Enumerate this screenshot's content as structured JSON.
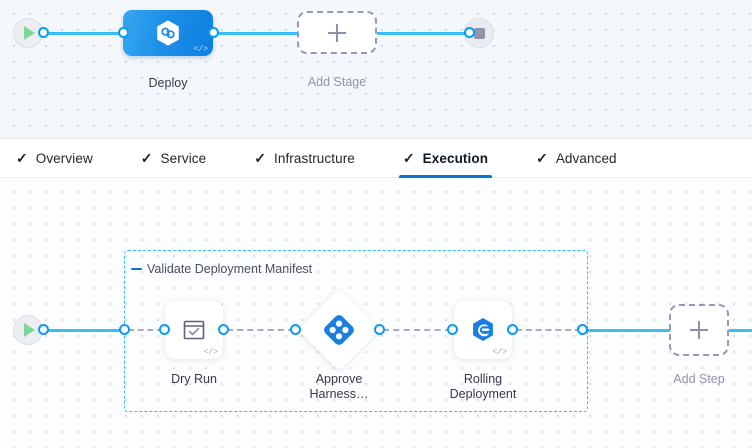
{
  "stage_canvas": {
    "start_node": {
      "icon": "play-icon",
      "name": "pipeline-start"
    },
    "end_node": {
      "icon": "stop-icon",
      "name": "pipeline-end"
    },
    "stages": [
      {
        "label": "Deploy",
        "icon": "harness-deploy-icon",
        "badge": "</>"
      }
    ],
    "add_stage": {
      "label": "Add Stage",
      "icon": "plus-icon"
    }
  },
  "tabs": [
    {
      "label": "Overview",
      "icon": "check-icon",
      "active": false
    },
    {
      "label": "Service",
      "icon": "check-icon",
      "active": false
    },
    {
      "label": "Infrastructure",
      "icon": "check-icon",
      "active": false
    },
    {
      "label": "Execution",
      "icon": "check-icon",
      "active": true
    },
    {
      "label": "Advanced",
      "icon": "check-icon",
      "active": false
    }
  ],
  "step_canvas": {
    "start_node": {
      "icon": "play-icon",
      "name": "execution-start"
    },
    "group": {
      "title": "Validate Deployment Manifest",
      "collapse_icon": "minus-icon"
    },
    "steps": [
      {
        "label": "Dry Run",
        "icon": "window-check-icon",
        "badge": "</>",
        "shape": "square"
      },
      {
        "label": "Approve\nHarness…",
        "icon": "harness-approval-icon",
        "badge": "",
        "shape": "diamond"
      },
      {
        "label": "Rolling\nDeployment",
        "icon": "rolling-deployment-icon",
        "badge": "</>",
        "shape": "square"
      }
    ],
    "add_step": {
      "label": "Add Step",
      "icon": "plus-icon"
    }
  },
  "colors": {
    "accent_blue": "#0278d5",
    "link_blue": "#38bdf8",
    "port_blue": "#0b9bf0",
    "group_border": "#34bdf5",
    "dashed_gray": "#a7abc3",
    "muted_text": "#9293ab",
    "node_text": "#383946"
  }
}
